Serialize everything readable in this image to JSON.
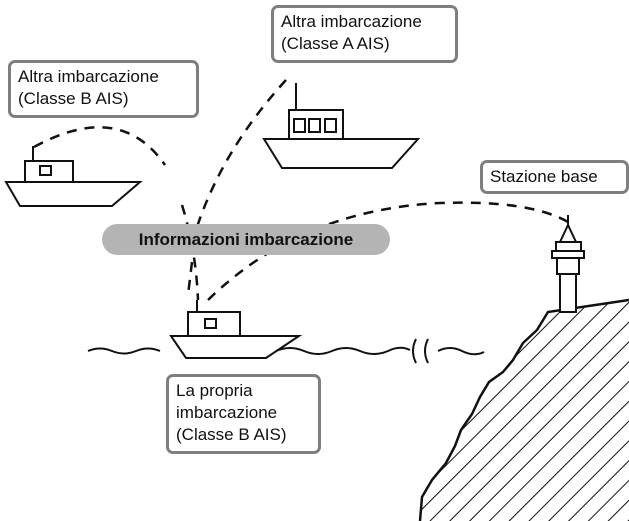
{
  "labels": {
    "class_b_vessel": [
      "Altra imbarcazione",
      "(Classe B AIS)"
    ],
    "class_a_vessel": [
      "Altra imbarcazione",
      "(Classe A AIS)"
    ],
    "base_station": [
      "Stazione base"
    ],
    "own_vessel": [
      "La propria",
      "imbarcazione",
      "(Classe B AIS)"
    ],
    "info": "Informazioni imbarcazione"
  },
  "colors": {
    "line": "#111111",
    "box_border": "#7f7f7f",
    "pill_fill": "#b4b4b4"
  }
}
